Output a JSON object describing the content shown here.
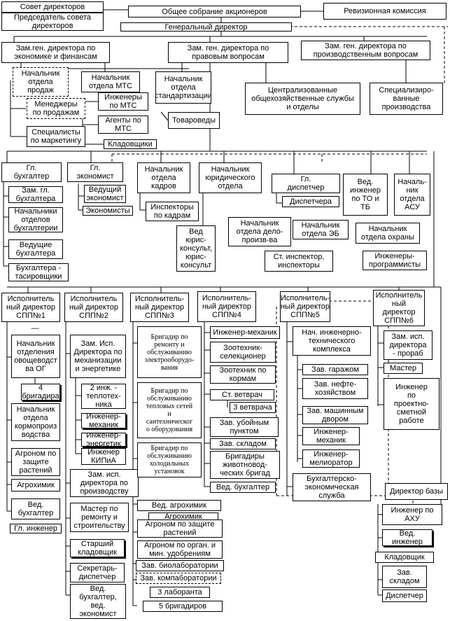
{
  "org": {
    "top": {
      "board_of_directors": "Совет директоров",
      "board_chair": "Председатель совета\nдиректоров",
      "shareholders_meeting": "Общее собрание акционеров",
      "audit_commission": "Ревизионная комиссия",
      "general_director": "Генеральный директор"
    },
    "deputies": {
      "economics_finance": "Зам.ген. директора по\nэкономике и финансам",
      "legal": "Зам. ген. директора по\nправовым вопросам",
      "production": "Зам. ген. директора по\nпроизводственным вопросам"
    },
    "economics_branch": {
      "sales_head": "Начальник\nотдела\nпродаж",
      "sales_managers": "Менеджеры\nпо продажам",
      "marketing_specialists": "Специалисты\nпо маркетингу",
      "mts_head": "Начальник\nотдела МТС",
      "mts_engineers": "Инженеры\nпо МТС",
      "mts_agents": "Агенты по\nМТС",
      "storekeepers": "Кладовщики",
      "standards_head": "Начальник\nотдела\nстандартизации",
      "merchandisers": "Товароведы"
    },
    "services": {
      "centralized": "Централизованные\nобщехозяйственные службы\nи отделы",
      "specialized": "Специализиро-\nванные\nпроизводства"
    },
    "staff": {
      "chief_accountant": "Гл.\nбухгалтер",
      "deputy_chief_accountant": "Зам. гл.\nбухгалтера",
      "accounting_heads": "Начальники\nотделов\nбухгалтерии",
      "leading_accountants": "Ведущие\nбухгалтера",
      "accountants_taxing": "Бухгалтера -\nтасировщики",
      "chief_economist": "Гл.\nэкономист",
      "leading_economist": "Ведущий\nэкономист",
      "economists": "Экономисты",
      "hr_head": "Начальник\nотдела\nкадров",
      "hr_inspectors": "Инспекторы\nпо кадрам",
      "legal_head": "Начальник\nюридического\nотдела",
      "legal_consultants": "Вед\nюрис-\nконсульт,\nюрис-\nконсульт",
      "records_head": "Начальник\nотдела дело-\nпроизв-ва",
      "senior_inspector": "Ст. инспектор,\nинспекторы",
      "chief_dispatcher": "Гл.\nдиспетчер",
      "dispatchers": "Диспетчера",
      "eb_head": "Начальник\nотдела ЭБ",
      "lead_engineer_to_tb": "Вед.\nинженер\nпо ТО и\nТБ",
      "security_head": "Начальник\nотдела охраны",
      "acs_head": "Началь-\nник\nотдела\nАСУ",
      "programmer_engineers": "Инженеры-\nпрограммисты"
    },
    "spp1": {
      "director": "Исполнитель\nный директор\nСПП№1",
      "dash": "—",
      "vegetable_head": "Начальник\nотделения\nовощеводст\nва ОГ",
      "brigadiers4": "4\nбригадира",
      "feed_head": "Начальник\nотдела\nкормопроиз\nводства",
      "agronomist_plant": "Агроном по\nзащите\nрастений",
      "agrochemist": "Агрохимик",
      "lead_accountant": "Вед.\nбухгалтер",
      "chief_engineer": "Гл. инженер"
    },
    "spp2": {
      "director": "Исполнитель\nный директор\nСПП№2",
      "deputy_mech": "Зам. Исп.\nДиректора по\nмеханизации\nи энергетике",
      "heat_engineers": "2 инж. -\nтеплотех-\nника",
      "mech_engineer": "Инженер-\nмеханик",
      "power_engineer": "Инженер-\nэнергетик",
      "kip_engineer": "Инженер\nКИПиА",
      "deputy_production": "Зам. исп.\nдиректора по\nпроизводству",
      "repair_master": "Мастер по\nремонту и\nстроительству",
      "senior_storekeeper": "Старший\nкладовщик",
      "secretary": "Секретарь-\nдиспетчер",
      "accountant_economist": "Вед.\nбухгалтер,\nвед.\nэкономист"
    },
    "spp3": {
      "director": "Исполнитель-\nный директор\nСПП№3",
      "brigadier_electric": "Бригадир по\nремонту и\nобслуживанию\nэлектрооборудо-\nвания",
      "brigadier_heat": "Бригадир по\nобслуживанию\nтепловых сетей\nи\nсантехническог\nо оборудования",
      "brigadier_cold": "Бригадир по\nобслуживанию\nхолодильных\nустановок",
      "lead_agrochemist": "Вед. агрохимик",
      "agrochemist": "Агрохимик",
      "agronomist_protection": "Агроном по защите\nрастений",
      "agronomist_fert": "Агроном по орган. и\nмин. удобрениям",
      "bio_lab_head": "Зав. биолаборатории",
      "compost_lab_head": "Зав. компаборатории",
      "lab_assistants": "3 лаборанта",
      "brigadiers5": "5 бригадиров"
    },
    "spp4": {
      "director": "Исполнитель-\nный директор\nСПП№4",
      "mech_engineer": "Инженер-механик",
      "zoo_selection": "Зоотехник-\nселекционер",
      "zoo_feed": "Зоотехник по\nкормам",
      "senior_vet": "Ст. ветврач",
      "vets3": "3 ветврача",
      "slaughter_head": "Зав. убойным\nпунктом",
      "warehouse_head": "Зав. складом",
      "livestock_brigadiers": "Бригадиры\nживотновод-\nческих бригад",
      "lead_accountant": "Вед. бухгалтер"
    },
    "spp5": {
      "director": "Исполнитель-\nный директор\nСПП№5",
      "tech_head": "Нач. инженерно-\nтехнического\nкомплекса",
      "garage_head": "Зав. гаражом",
      "oil_head": "Зав. нефте-\nхозяйством",
      "machine_yard_head": "Зав. машинным\nдвором",
      "mech_engineer": "Инженер-\nмеханик",
      "reclamation_engineer": "Инженер-\nмелиоратор",
      "accounting_service": "Бухгалтерско-\nэкономическая\nслужба"
    },
    "spp6": {
      "director": "Исполнитель\nный\nдиректор\nСПП№6",
      "deputy": "Зам. исп.\nдиректора\n- прораб",
      "master": "Мастер",
      "design_engineer": "Инженер\nпо\nпроектно-\nсметной\nработе"
    },
    "base": {
      "director": "Директор базы",
      "acs_engineer": "Инженер по\nАХУ",
      "lead_engineer": "Вед.\nинженер",
      "storekeeper": "Кладовщик",
      "warehouse_head": "Зав.\nскладом",
      "dispatcher": "Диспетчер"
    }
  }
}
